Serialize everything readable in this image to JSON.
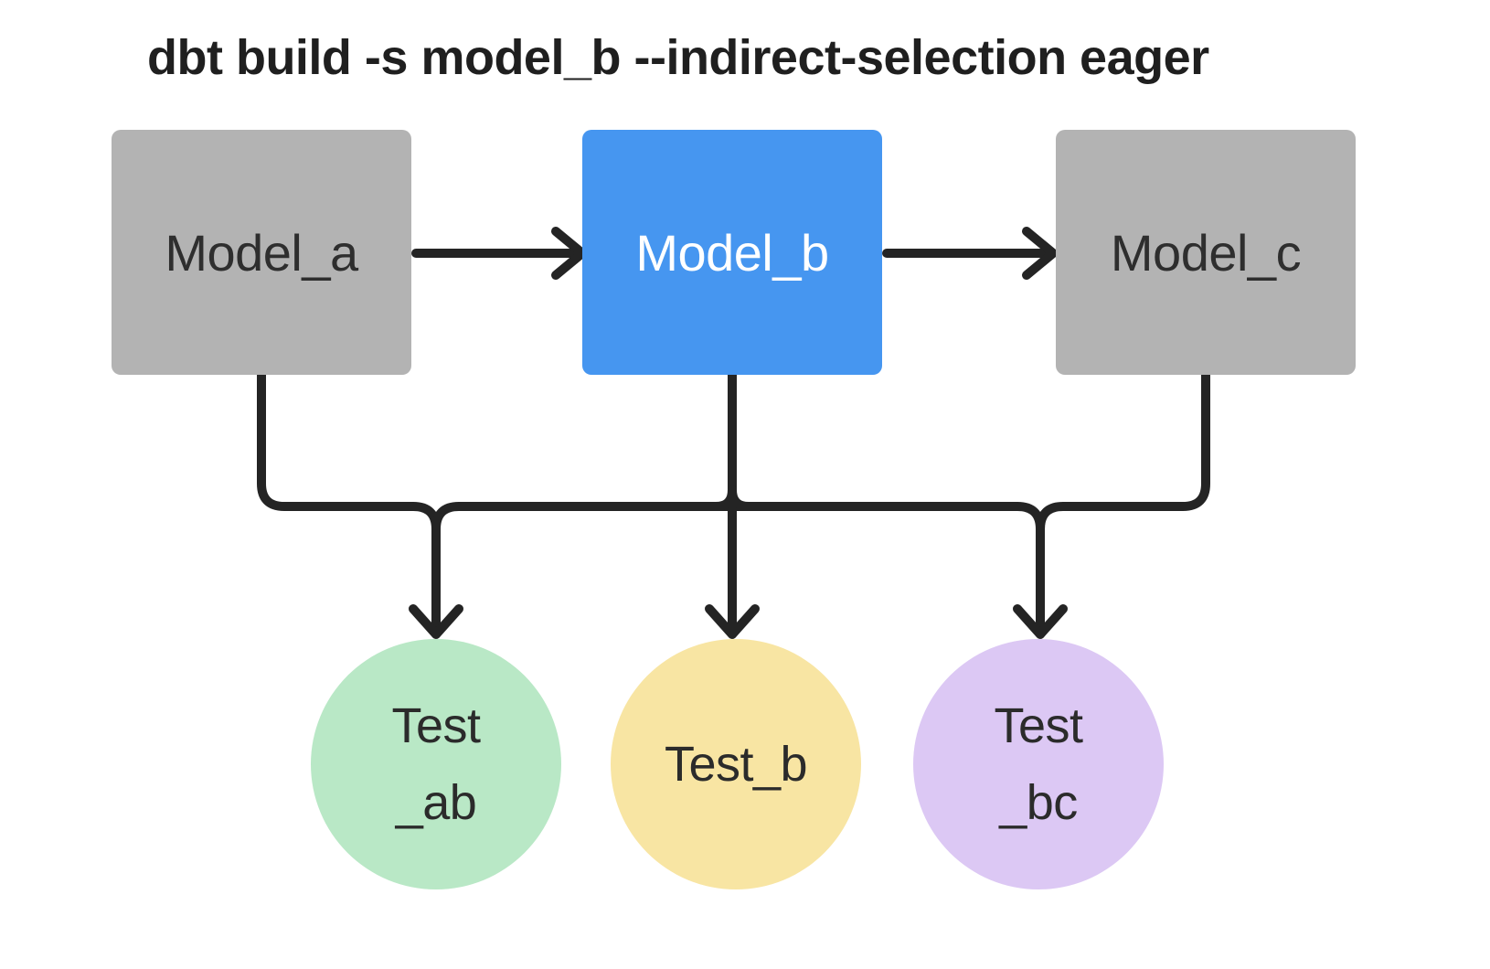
{
  "title": "dbt build -s model_b --indirect-selection eager",
  "models": [
    {
      "id": "model_a",
      "label": "Model_a",
      "fill": "#b3b3b3",
      "text_color": "#2e2e2e",
      "selected": false
    },
    {
      "id": "model_b",
      "label": "Model_b",
      "fill": "#4696f0",
      "text_color": "#ffffff",
      "selected": true
    },
    {
      "id": "model_c",
      "label": "Model_c",
      "fill": "#b3b3b3",
      "text_color": "#2e2e2e",
      "selected": false
    }
  ],
  "tests": [
    {
      "id": "test_ab",
      "lines": [
        "Test",
        "_ab"
      ],
      "fill": "#b9e8c6",
      "text_color": "#2b2b2b"
    },
    {
      "id": "test_b",
      "lines": [
        "Test_b"
      ],
      "fill": "#f8e5a3",
      "text_color": "#2b2b2b"
    },
    {
      "id": "test_bc",
      "lines": [
        "Test",
        "_bc"
      ],
      "fill": "#dcc8f4",
      "text_color": "#2b2b2b"
    }
  ],
  "edges": {
    "model_chain": [
      {
        "from": "model_a",
        "to": "model_b"
      },
      {
        "from": "model_b",
        "to": "model_c"
      }
    ],
    "bus_sources": [
      "model_a",
      "model_b",
      "model_c"
    ],
    "bus_targets": [
      "test_ab",
      "test_b",
      "test_bc"
    ]
  },
  "colors": {
    "edge": "#242424",
    "background": "#ffffff",
    "model_default": "#b3b3b3",
    "model_selected": "#4696f0",
    "test_ab": "#b9e8c6",
    "test_b": "#f8e5a3",
    "test_bc": "#dcc8f4"
  }
}
